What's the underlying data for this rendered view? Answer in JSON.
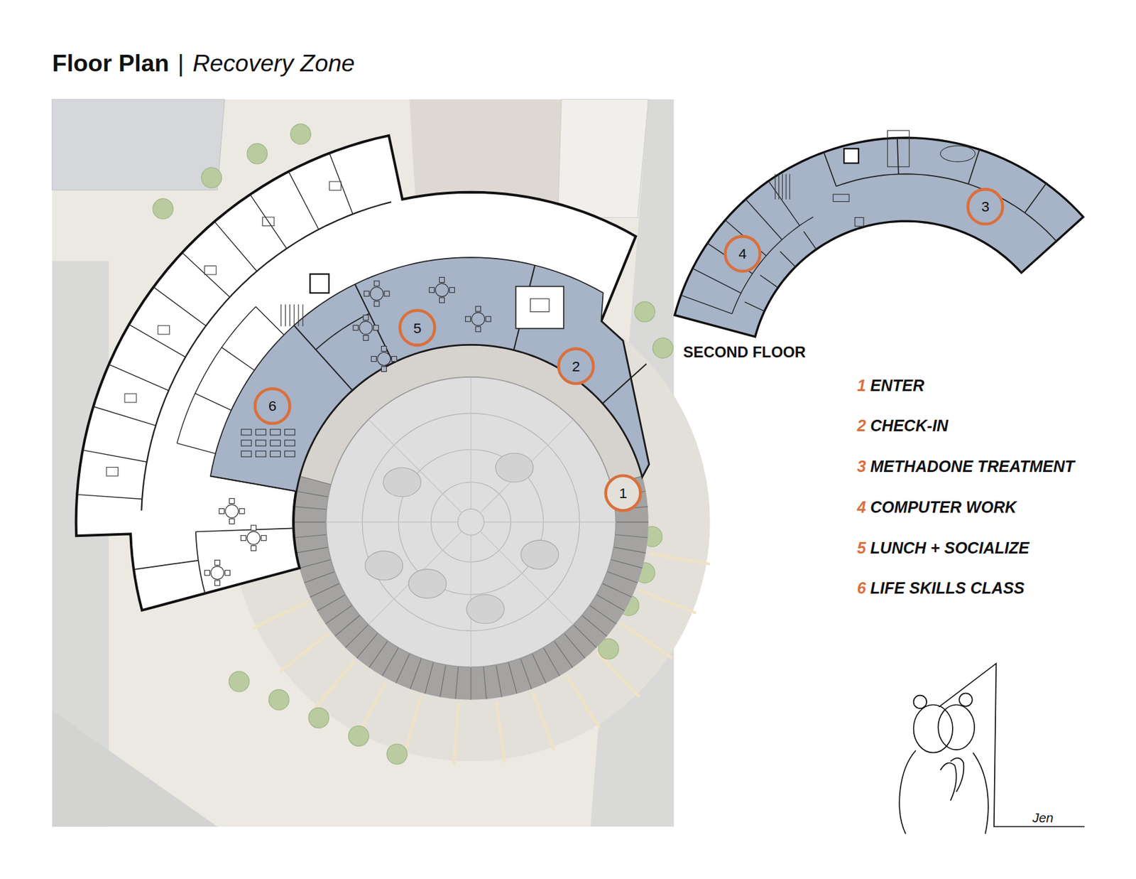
{
  "diagram": {
    "title": "Floor Plan",
    "nodes": [
      {
        "text": [
          "5"
        ]
      },
      {
        "text": [
          "2"
        ]
      },
      {
        "text": [
          "6"
        ]
      },
      {
        "text": [
          "1"
        ]
      },
      {
        "text": [
          "3"
        ]
      },
      {
        "text": [
          "4"
        ]
      }
    ],
    "labels": [
      "|",
      "Recovery Zone",
      "SECOND FLOOR",
      "1",
      "ENTER",
      "2",
      "CHECK-IN",
      "3",
      "METHADONE TREATMENT",
      "4",
      "COMPUTER WORK",
      "5",
      "LUNCH + SOCIALIZE",
      "6",
      "LIFE SKILLS CLASS",
      "Jen"
    ]
  }
}
